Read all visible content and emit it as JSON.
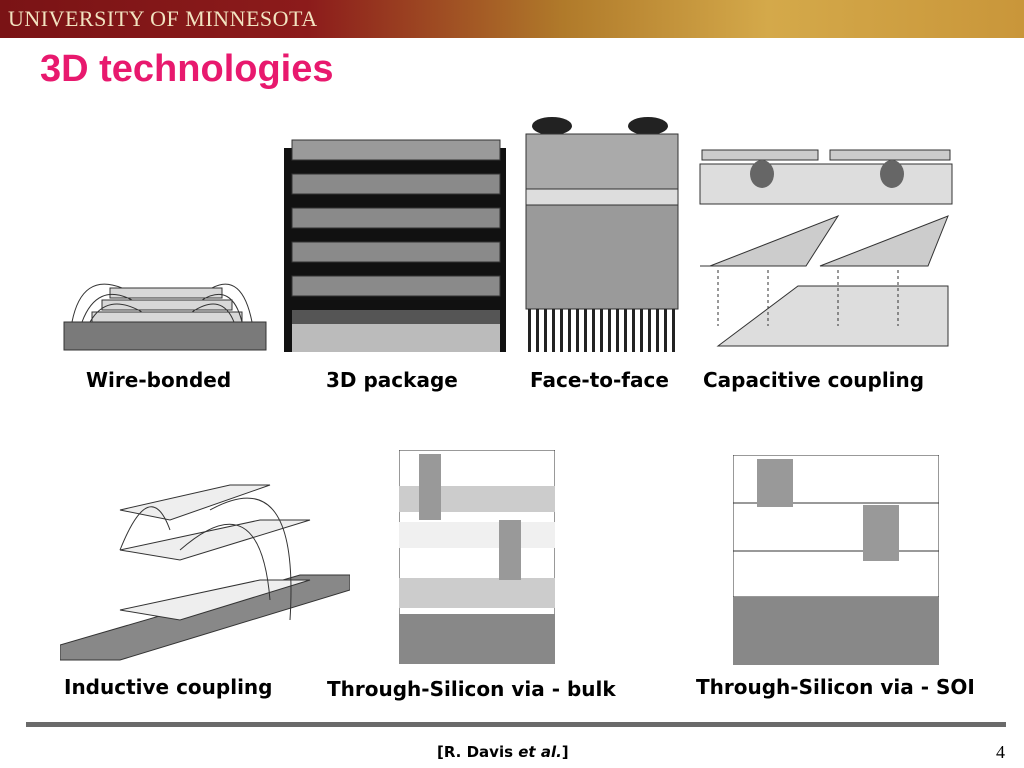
{
  "header": {
    "university": "UNIVERSITY OF MINNESOTA"
  },
  "slide": {
    "title": "3D technologies"
  },
  "figures": {
    "wire_bonded": "Wire-bonded",
    "package_3d": "3D package",
    "face_to_face": "Face-to-face",
    "capacitive": "Capacitive coupling",
    "inductive": "Inductive coupling",
    "tsv_bulk": "Through-Silicon via - bulk",
    "tsv_soi": "Through-Silicon via - SOI"
  },
  "footer": {
    "citation_prefix": "[R. Davis ",
    "citation_italic": "et al.",
    "citation_suffix": "]",
    "page": "4"
  },
  "colors": {
    "title": "#e8196e",
    "banner": "#8c1b1b"
  }
}
